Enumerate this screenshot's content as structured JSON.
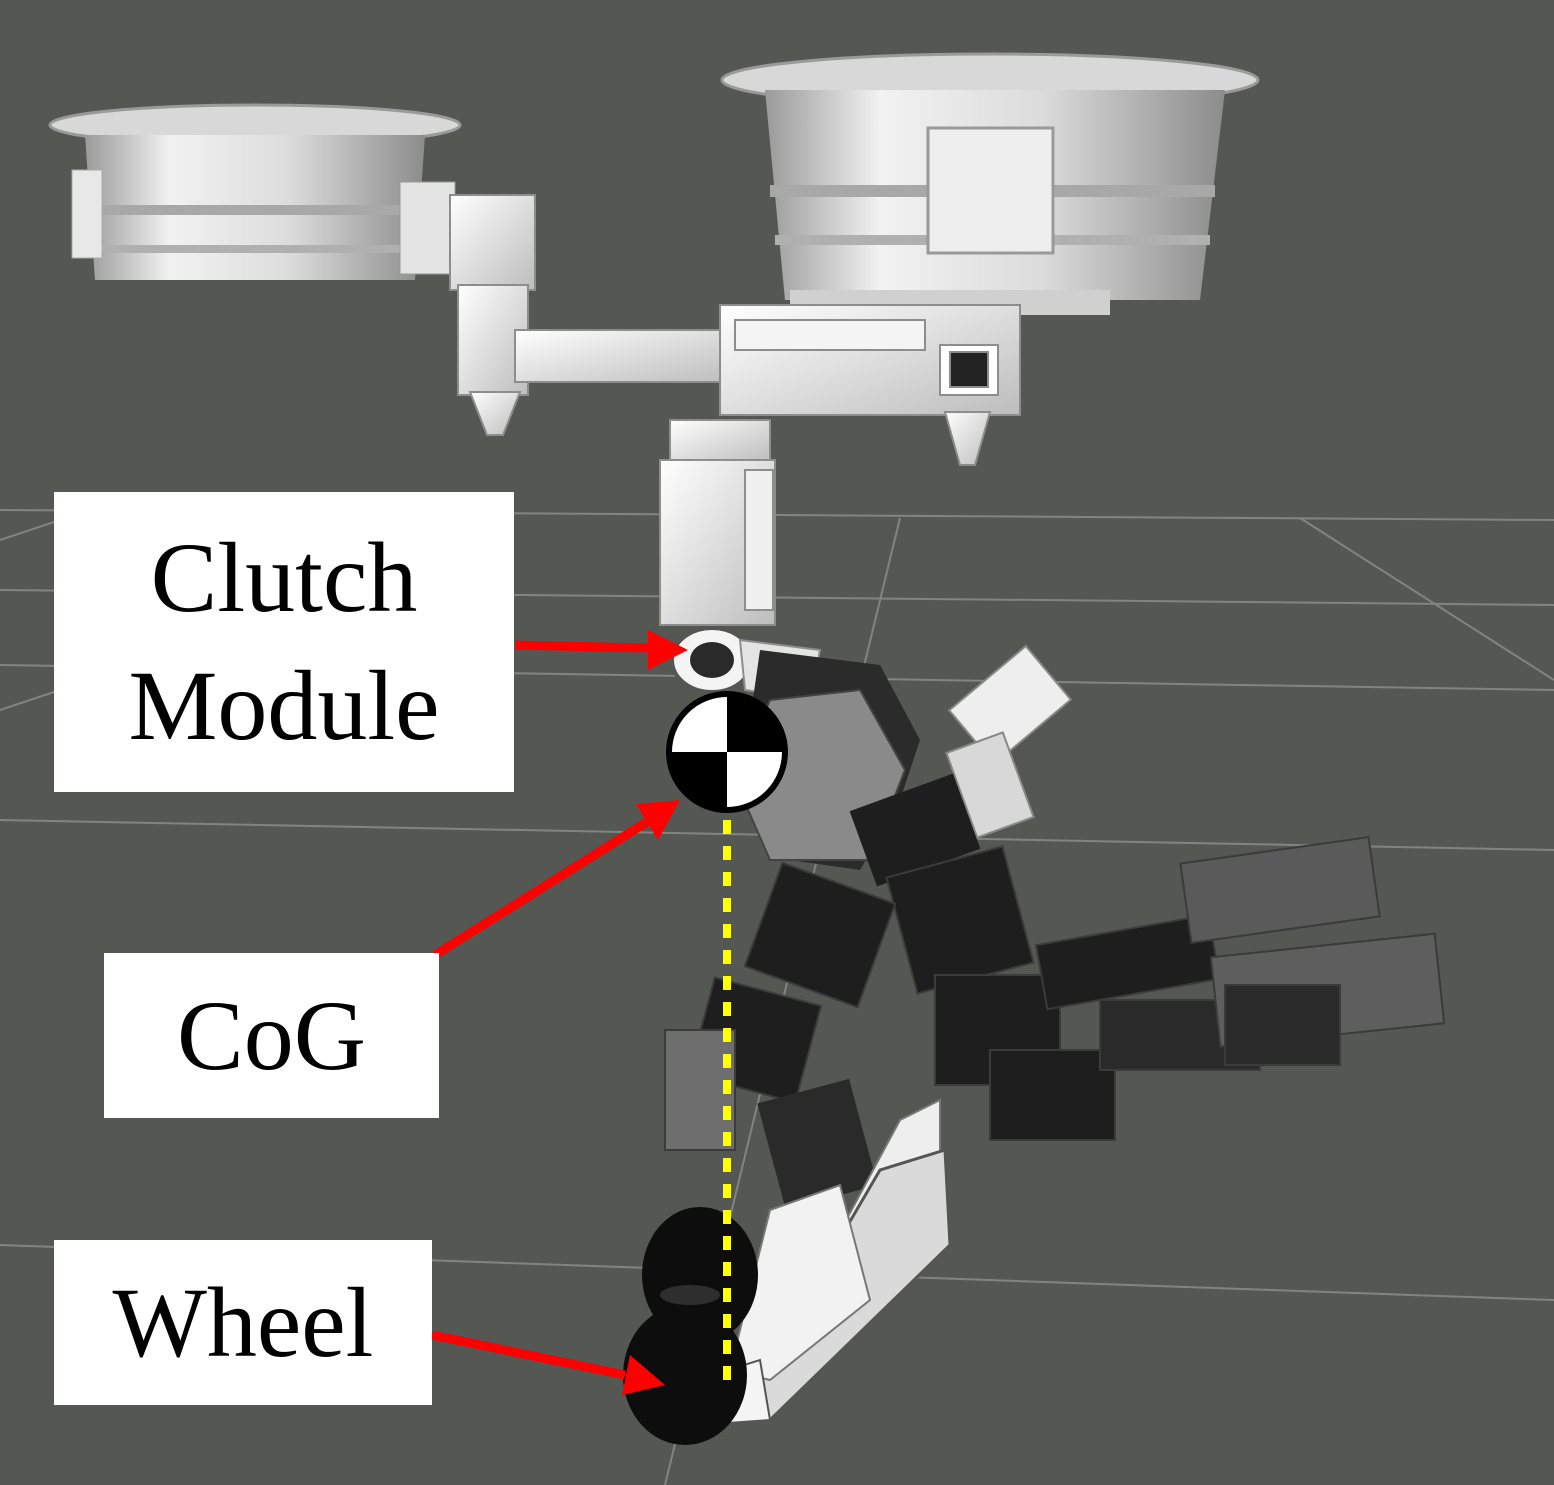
{
  "labels": {
    "clutch": [
      "Clutch",
      "Module"
    ],
    "cog": "CoG",
    "wheel": "Wheel"
  },
  "colors": {
    "background": "#555752",
    "grid": "#8a8c88",
    "arrow": "#ff0000",
    "cog_line": "#ffff00",
    "robot_light": "#eeeeee",
    "robot_dark": "#1e1e1e"
  }
}
